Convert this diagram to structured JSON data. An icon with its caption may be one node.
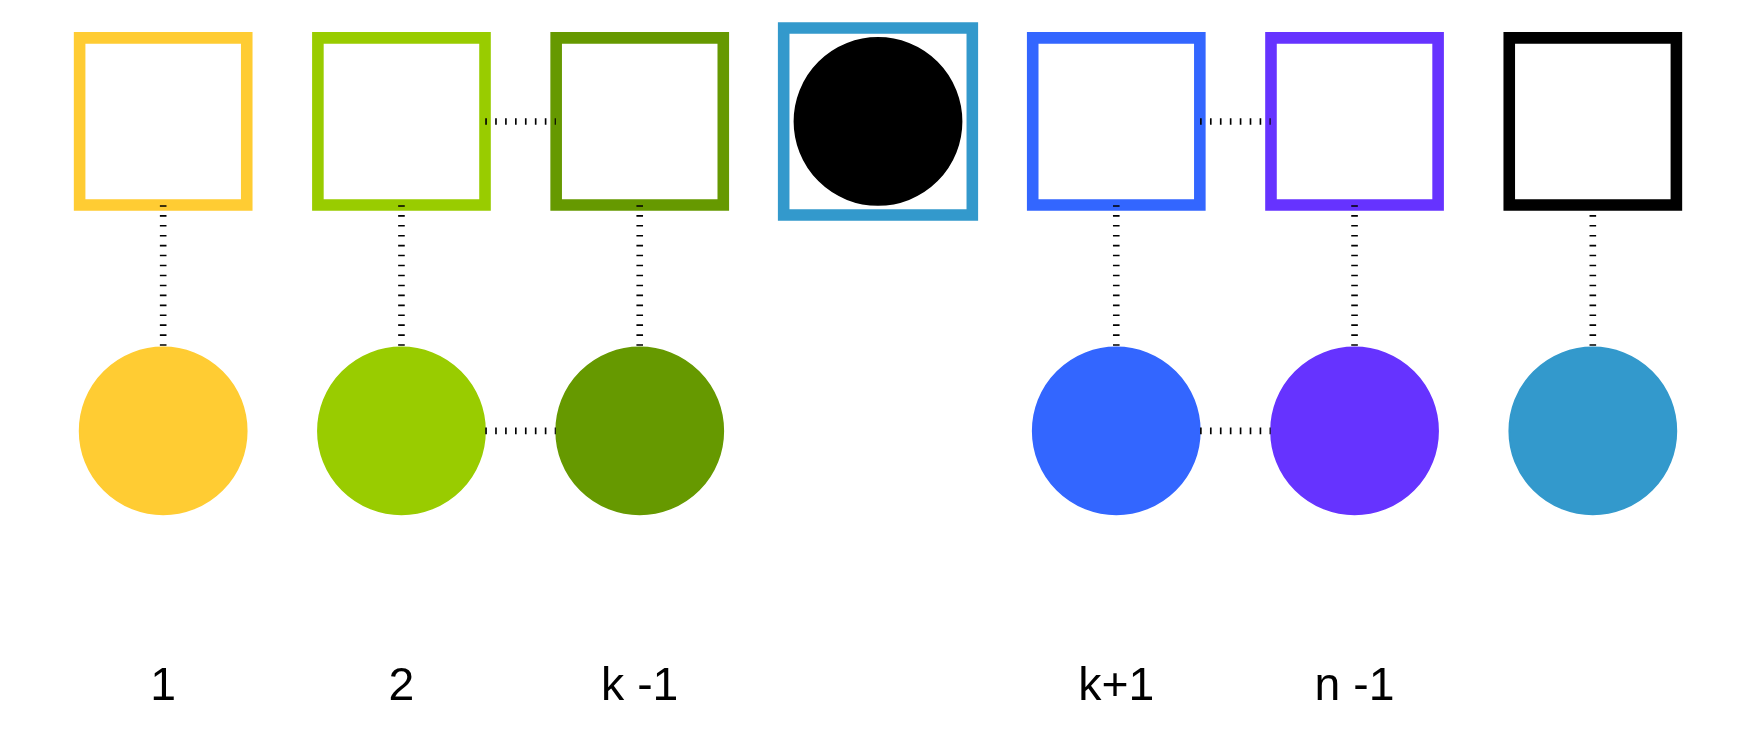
{
  "diagram": {
    "nodes": [
      {
        "text": [],
        "shape": "box"
      },
      {
        "text": [],
        "shape": "box"
      },
      {
        "text": [],
        "shape": "box"
      },
      {
        "text": [],
        "shape": "box"
      },
      {
        "text": [],
        "shape": "circle",
        "in": 3
      },
      {
        "text": [],
        "shape": "box"
      },
      {
        "text": [],
        "shape": "box"
      },
      {
        "text": [],
        "shape": "box"
      },
      {
        "text": [],
        "shape": "circle",
        "beside": [
          "1"
        ]
      },
      {
        "text": [],
        "shape": "circle",
        "beside": [
          "2"
        ]
      },
      {
        "text": [],
        "shape": "circle",
        "beside": [
          "k -1"
        ]
      },
      {
        "text": [],
        "shape": "circle",
        "beside": [
          "k+1"
        ]
      },
      {
        "text": [],
        "shape": "circle",
        "beside": [
          "n -1"
        ]
      },
      {
        "text": [],
        "shape": "circle"
      }
    ],
    "edges": [
      {
        "from": 0,
        "to": 8,
        "arrow": "none",
        "style": "dashed"
      },
      {
        "from": 1,
        "to": 9,
        "arrow": "none",
        "style": "dashed"
      },
      {
        "from": 2,
        "to": 10,
        "arrow": "none",
        "style": "dashed"
      },
      {
        "from": 5,
        "to": 11,
        "arrow": "none",
        "style": "dashed"
      },
      {
        "from": 6,
        "to": 12,
        "arrow": "none",
        "style": "dashed"
      },
      {
        "from": 7,
        "to": 13,
        "arrow": "none",
        "style": "dashed"
      },
      {
        "from": 1,
        "to": 2,
        "arrow": "none",
        "style": "dashed"
      },
      {
        "from": 5,
        "to": 6,
        "arrow": "none",
        "style": "dashed"
      },
      {
        "from": 9,
        "to": 10,
        "arrow": "none",
        "style": "dashed"
      },
      {
        "from": 11,
        "to": 12,
        "arrow": "none",
        "style": "dashed"
      }
    ]
  }
}
